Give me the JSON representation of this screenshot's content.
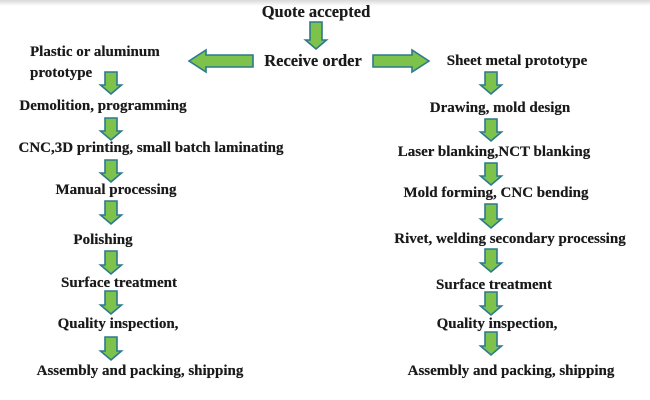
{
  "diagram": {
    "start": "Quote accepted",
    "center": "Receive order",
    "colors": {
      "arrow_fill": "#7dc24b",
      "arrow_stroke": "#2c7a8c",
      "text": "#1a1a1a"
    },
    "left_branch": {
      "title_line1": "Plastic or aluminum",
      "title_line2": "prototype",
      "steps": [
        "Demolition, programming",
        "CNC,3D printing, small batch laminating",
        "Manual processing",
        "Polishing",
        "Surface treatment",
        "Quality inspection,",
        "Assembly and packing, shipping"
      ]
    },
    "right_branch": {
      "title": "Sheet metal prototype",
      "steps": [
        "Drawing, mold design",
        "Laser blanking,NCT blanking",
        "Mold forming, CNC bending",
        "Rivet, welding secondary processing",
        "Surface treatment",
        "Quality inspection,",
        "Assembly and packing, shipping"
      ]
    },
    "icons": {
      "down_arrow": "down-arrow-icon",
      "left_arrow": "left-arrow-icon",
      "right_arrow": "right-arrow-icon"
    }
  }
}
